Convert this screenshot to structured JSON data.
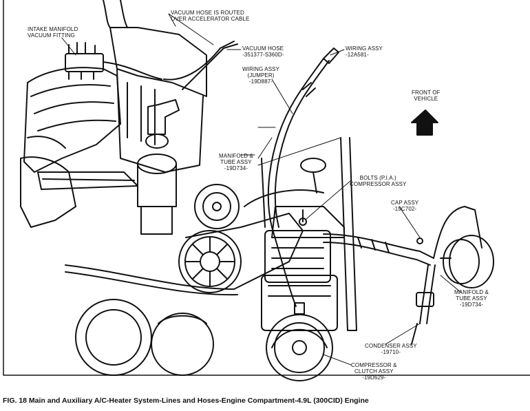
{
  "labels": {
    "intake_fitting": [
      "INTAKE MANIFOLD",
      "VACUUM FITTING"
    ],
    "vacuum_routed": [
      "VACUUM HOSE IS ROUTED",
      "OVER ACCELERATOR CABLE"
    ],
    "vacuum_hose": [
      "VACUUM HOSE",
      "-351377-S360D-"
    ],
    "wiring_assy": [
      "WIRING ASSY",
      "-12A581-"
    ],
    "wiring_jumper": [
      "WIRING ASSY",
      "(JUMPER)",
      "-19D887-"
    ],
    "front_vehicle": [
      "FRONT OF",
      "VEHICLE"
    ],
    "manifold_tube_1": [
      "MANIFOLD &",
      "TUBE ASSY",
      "-19D734-"
    ],
    "bolts": [
      "BOLTS (P.I.A.)",
      "COMPRESSOR ASSY"
    ],
    "cap_assy": [
      "CAP ASSY",
      "-19C702-"
    ],
    "manifold_tube_2": [
      "MANIFOLD &",
      "TUBE ASSY",
      "-19D734-"
    ],
    "condenser": [
      "CONDENSER ASSY",
      "-19710-"
    ],
    "compressor": [
      "COMPRESSOR &",
      "CLUTCH ASSY",
      "-19D629-"
    ]
  },
  "caption": "FIG. 18 Main and Auxiliary A/C-Heater System-Lines and Hoses-Engine Compartment-4.9L (300CID) Engine"
}
